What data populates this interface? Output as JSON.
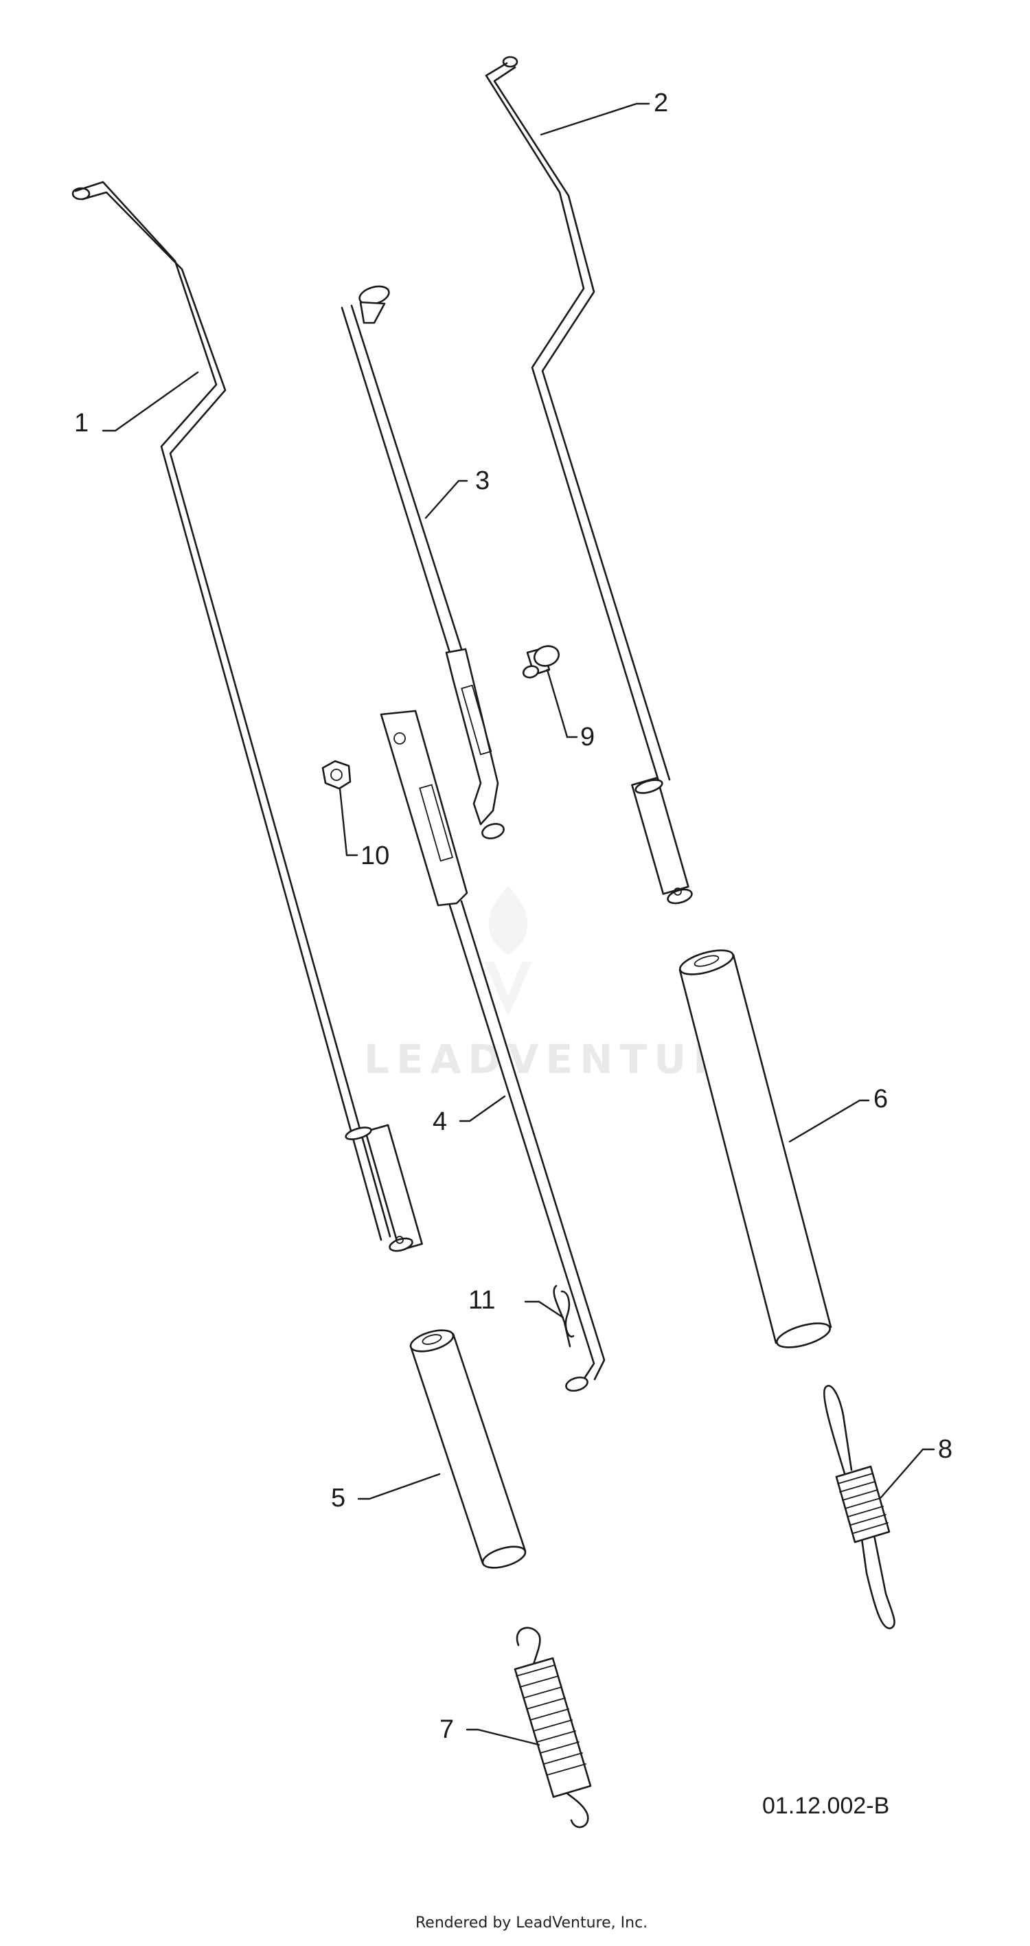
{
  "callouts": {
    "p1": "1",
    "p2": "2",
    "p3": "3",
    "p4": "4",
    "p5": "5",
    "p6": "6",
    "p7": "7",
    "p8": "8",
    "p9": "9",
    "p10": "10",
    "p11": "11"
  },
  "diagram_code": "01.12.002-B",
  "watermark_text": "LEADVENTURE",
  "footer_text": "Rendered by LeadVenture, Inc.",
  "colors": {
    "line": "#1a1a1a",
    "background": "#ffffff",
    "watermark": "#e9e9e9"
  },
  "icons": {
    "watermark_logo": "flame-v-logo"
  }
}
